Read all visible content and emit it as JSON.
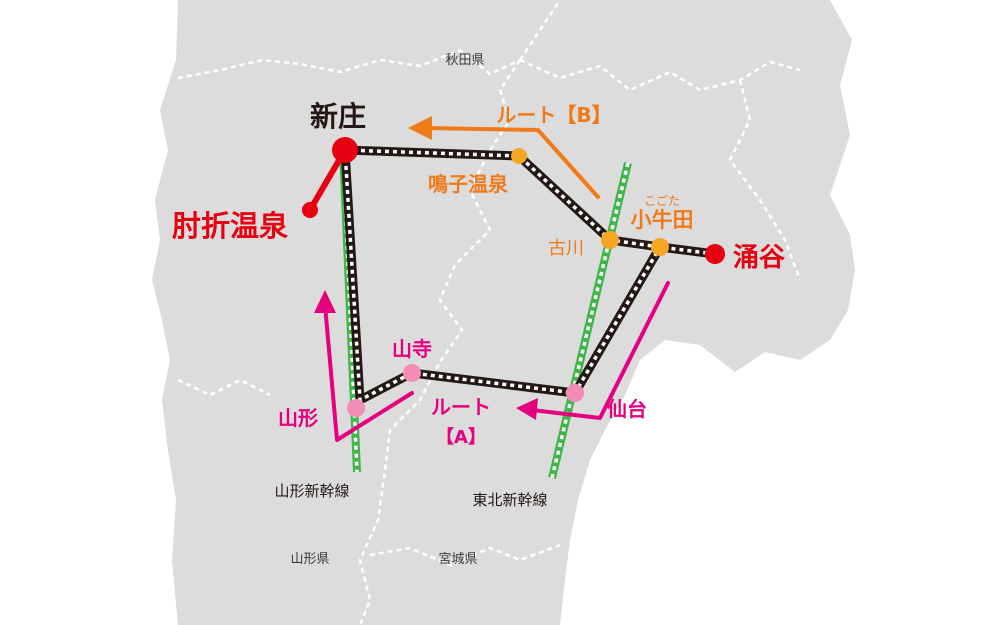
{
  "colors": {
    "land": "#dcdcdc",
    "sea": "#ffffff",
    "border": "#ffffff",
    "rail_dark": "#231815",
    "rail_dash": "#ffffff",
    "shinkansen": "#3fb54a",
    "route_a": "#e4007f",
    "route_b": "#f07a1a",
    "endpoint": "#e60012",
    "route_a_station": "#f38cb6",
    "route_b_station": "#f5a623",
    "dark_text": "#231815"
  },
  "prefectures": {
    "akita": "秋田県",
    "yamagata": "山形県",
    "miyagi": "宮城県"
  },
  "lines": {
    "yamagata_shinkansen": "山形新幹線",
    "tohoku_shinkansen": "東北新幹線"
  },
  "routes": {
    "a_label": "ルート",
    "a_tag": "【A】",
    "b_label": "ルート【B】"
  },
  "stations": {
    "shinjo": "新庄",
    "hijiori": "肘折温泉",
    "wakuya": "涌谷",
    "naruko": "鳴子温泉",
    "furukawa": "古川",
    "kogota": "小牛田",
    "kogota_reading": "こごた",
    "yamadera": "山寺",
    "yamagata": "山形",
    "sendai": "仙台"
  }
}
